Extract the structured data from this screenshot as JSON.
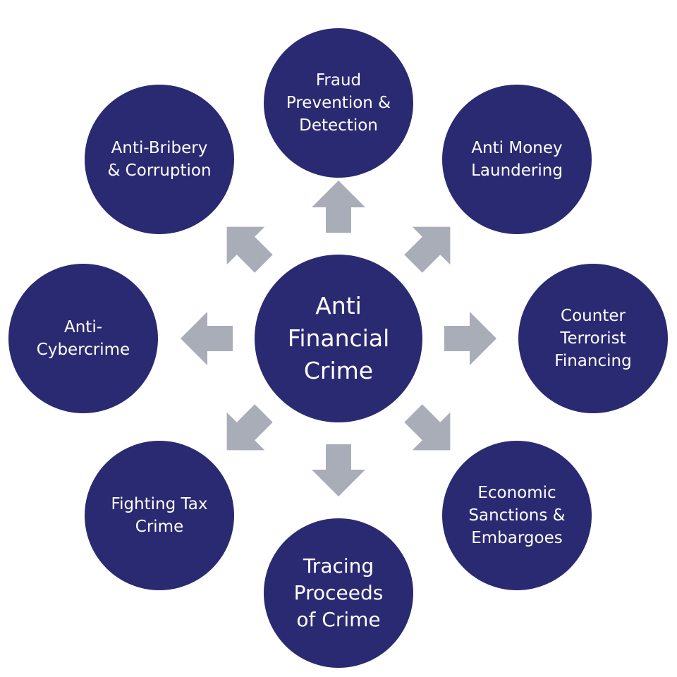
{
  "center": {
    "label": "Anti Financial Crime",
    "color": "#2a2a72"
  },
  "arrow_color": "#a9adb8",
  "nodes": [
    {
      "id": "fraud",
      "label": "Fraud Prevention & Detection"
    },
    {
      "id": "aml",
      "label": "Anti Money Laundering"
    },
    {
      "id": "ctf",
      "label": "Counter Terrorist Financing"
    },
    {
      "id": "sanctions",
      "label": "Economic Sanctions & Embargoes"
    },
    {
      "id": "tracing",
      "label": "Tracing Proceeds of Crime"
    },
    {
      "id": "tax",
      "label": "Fighting Tax Crime"
    },
    {
      "id": "cyber",
      "label": "Anti-Cybercrime"
    },
    {
      "id": "bribery",
      "label": "Anti-Bribery & Corruption"
    }
  ]
}
